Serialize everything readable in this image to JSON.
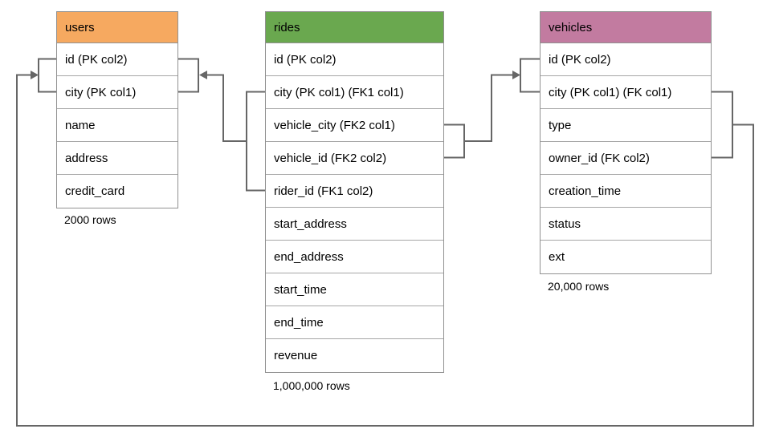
{
  "diagram": {
    "title": "database schema diagram",
    "colors": {
      "connector": "#666666",
      "table_border": "#919191",
      "row_divider": "#a6a6a6",
      "users_header": "#F6A960",
      "rides_header": "#6AA84F",
      "vehicles_header": "#C27BA0",
      "text": "#000000"
    },
    "tables": [
      {
        "name": "users",
        "header_color": "#F6A960",
        "columns": [
          "id (PK col2)",
          "city (PK col1)",
          "name",
          "address",
          "credit_card"
        ],
        "row_count": "2000 rows"
      },
      {
        "name": "rides",
        "header_color": "#6AA84F",
        "columns": [
          "id (PK col2)",
          "city (PK col1) (FK1 col1)",
          "vehicle_city (FK2 col1)",
          "vehicle_id (FK2 col2)",
          "rider_id (FK1 col2)",
          "start_address",
          "end_address",
          "start_time",
          "end_time",
          "revenue"
        ],
        "row_count": "1,000,000 rows"
      },
      {
        "name": "vehicles",
        "header_color": "#C27BA0",
        "columns": [
          "id (PK col2)",
          "city (PK col1) (FK col1)",
          "type",
          "owner_id (FK col2)",
          "creation_time",
          "status",
          "ext"
        ],
        "row_count": "20,000 rows"
      }
    ],
    "relationships": [
      {
        "name": "rides FK1 to users PK",
        "from": "rides (city, rider_id)",
        "to": "users (id, city)"
      },
      {
        "name": "rides FK2 to vehicles PK",
        "from": "rides (vehicle_city, vehicle_id)",
        "to": "vehicles (id, city)"
      },
      {
        "name": "vehicles FK to users PK",
        "from": "vehicles (city, owner_id)",
        "to": "users (id, city)"
      }
    ]
  }
}
